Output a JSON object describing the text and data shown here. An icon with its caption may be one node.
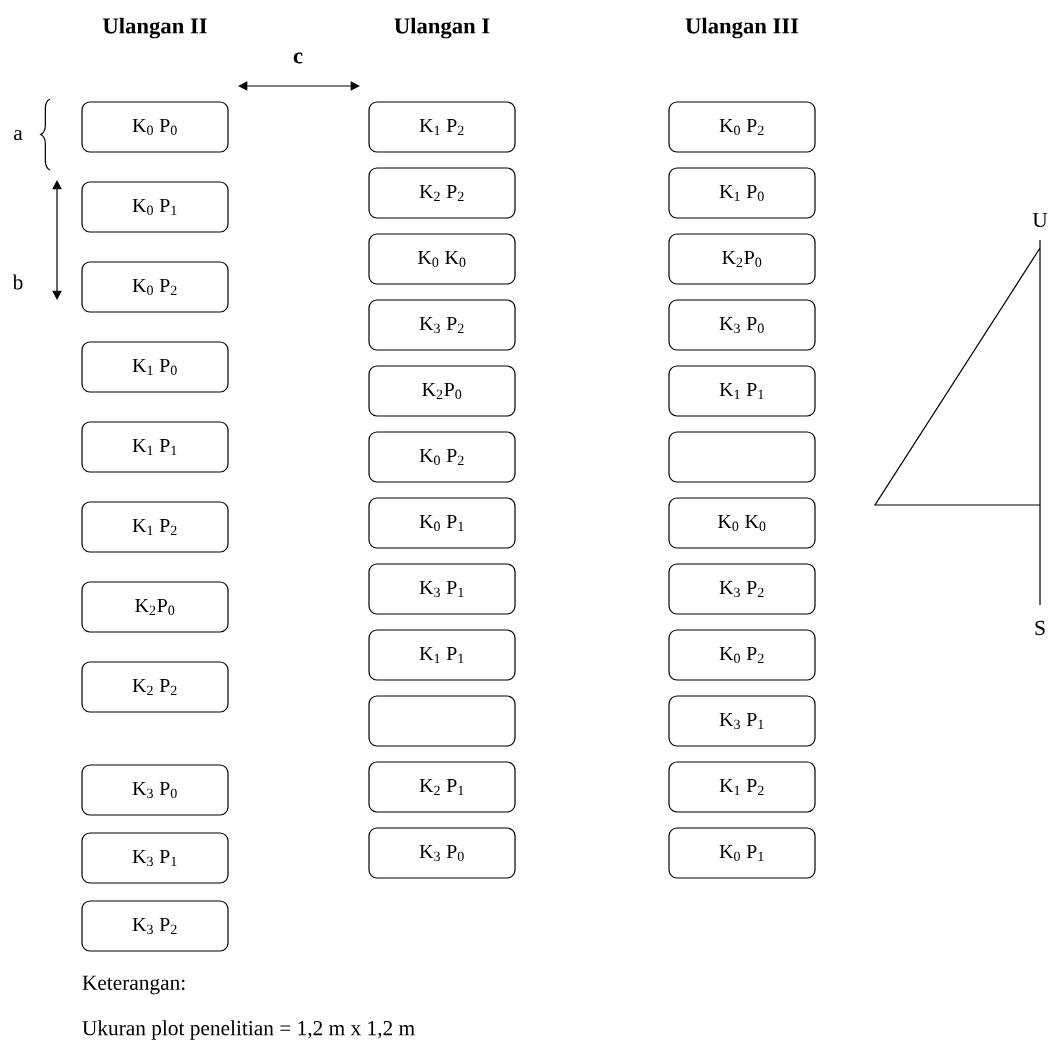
{
  "diagram": {
    "nodes": [
      {
        "text": [
          "K$_{0}$ P$_{0}$"
        ]
      },
      {
        "text": [
          "K$_{0}$ P$_{1}$"
        ]
      },
      {
        "text": [
          "K$_{0}$ P$_{2}$"
        ]
      },
      {
        "text": [
          "K$_{1}$ P$_{0}$"
        ]
      },
      {
        "text": [
          "K$_{1}$ P$_{1}$"
        ]
      },
      {
        "text": [
          "K$_{1}$ P$_{2}$"
        ]
      },
      {
        "text": [
          "K$_{2}$P$_{0}$"
        ]
      },
      {
        "text": [
          "K$_{2}$ P$_{2}$"
        ]
      },
      {
        "text": [
          "K$_{3}$ P$_{0}$"
        ]
      },
      {
        "text": [
          "K$_{3}$ P$_{1}$"
        ]
      },
      {
        "text": [
          "K$_{3}$ P$_{2}$"
        ]
      },
      {
        "text": [
          "K$_{1}$ P$_{2}$"
        ]
      },
      {
        "text": [
          "K$_{2}$ P$_{2}$"
        ]
      },
      {
        "text": [
          "K$_{0}$ K$_{0}$"
        ]
      },
      {
        "text": [
          "K$_{3}$ P$_{2}$"
        ]
      },
      {
        "text": [
          "K$_{2}$P$_{0}$"
        ]
      },
      {
        "text": [
          "K$_{0}$ P$_{2}$"
        ]
      },
      {
        "text": [
          "K$_{0}$ P$_{1}$"
        ]
      },
      {
        "text": [
          "K$_{3}$ P$_{1}$"
        ]
      },
      {
        "text": [
          "K$_{1}$ P$_{1}$"
        ]
      },
      {
        "text": [],
        "shape": "box"
      },
      {
        "text": [
          "K$_{2}$ P$_{1}$"
        ]
      },
      {
        "text": [
          "K$_{3}$ P$_{0}$"
        ]
      },
      {
        "text": [
          "K$_{0}$ P$_{2}$"
        ]
      },
      {
        "text": [
          "K$_{1}$ P$_{0}$"
        ]
      },
      {
        "text": [
          "K$_{2}$P$_{0}$"
        ]
      },
      {
        "text": [
          "K$_{3}$ P$_{0}$"
        ]
      },
      {
        "text": [
          "K$_{1}$ P$_{1}$"
        ]
      },
      {
        "text": [],
        "shape": "box"
      },
      {
        "text": [
          "K$_{0}$ K$_{0}$"
        ]
      },
      {
        "text": [
          "K$_{3}$ P$_{2}$"
        ]
      },
      {
        "text": [
          "K$_{0}$ P$_{2}$"
        ]
      },
      {
        "text": [
          "K$_{3}$ P$_{1}$"
        ]
      },
      {
        "text": [
          "K$_{1}$ P$_{2}$"
        ]
      },
      {
        "text": [
          "K$_{0}$ P$_{1}$"
        ]
      }
    ],
    "labels": [
      "Ulangan II",
      "Ulangan I",
      "Ulangan III",
      "c",
      "a",
      "b",
      "U",
      "S",
      "Keterangan:",
      "Ukuran plot penelitian = 1,2 m x 1,2 m"
    ]
  }
}
